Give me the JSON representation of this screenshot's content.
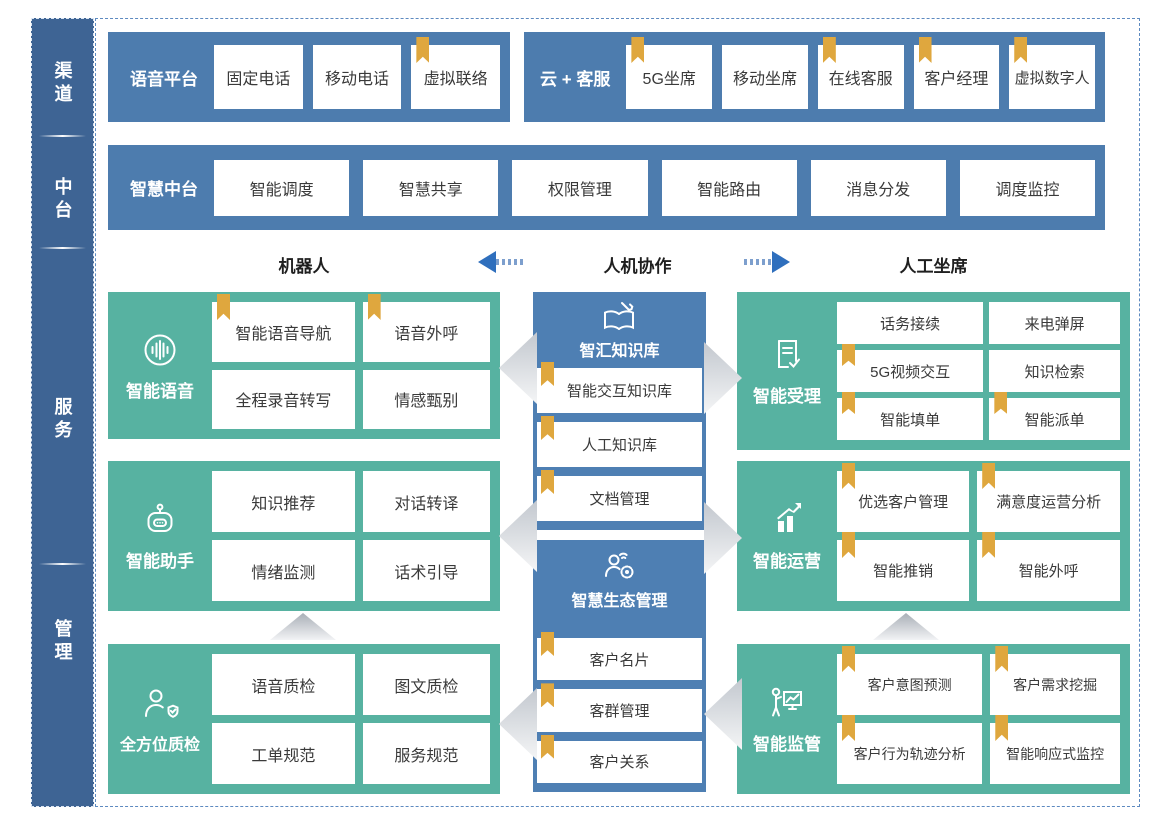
{
  "colors": {
    "bar_blue": "#4d7cae",
    "sidebar_blue": "#3e6494",
    "mid_blue": "#4e7fb3",
    "teal": "#57b2a1",
    "bookmark_gold": "#dfa73e",
    "arrow_blue": "#2f6fbd"
  },
  "sidebar": {
    "items": [
      {
        "label": "渠道"
      },
      {
        "label": "中台"
      },
      {
        "label": "服务"
      },
      {
        "label": "管理"
      }
    ]
  },
  "channel_row": {
    "voice_platform": {
      "label": "语音平台",
      "items": [
        {
          "label": "固定电话",
          "bookmark": false
        },
        {
          "label": "移动电话",
          "bookmark": false
        },
        {
          "label": "虚拟联络",
          "bookmark": true
        }
      ]
    },
    "cloud_service": {
      "label": "云 + 客服",
      "items": [
        {
          "label": "5G坐席",
          "bookmark": true
        },
        {
          "label": "移动坐席",
          "bookmark": false
        },
        {
          "label": "在线客服",
          "bookmark": true
        },
        {
          "label": "客户经理",
          "bookmark": true
        },
        {
          "label": "虚拟数字人",
          "bookmark": true
        }
      ]
    }
  },
  "platform_row": {
    "label": "智慧中台",
    "items": [
      {
        "label": "智能调度"
      },
      {
        "label": "智慧共享"
      },
      {
        "label": "权限管理"
      },
      {
        "label": "智能路由"
      },
      {
        "label": "消息分发"
      },
      {
        "label": "调度监控"
      }
    ]
  },
  "collab_header": {
    "left_label": "机器人",
    "center_label": "人机协作",
    "right_label": "人工坐席"
  },
  "robot_column": {
    "blocks": [
      {
        "label": "智能语音",
        "icon": "voice-icon",
        "items": [
          {
            "label": "智能语音导航",
            "bookmark": true
          },
          {
            "label": "语音外呼",
            "bookmark": true
          },
          {
            "label": "全程录音转写",
            "bookmark": false
          },
          {
            "label": "情感甄别",
            "bookmark": false
          }
        ]
      },
      {
        "label": "智能助手",
        "icon": "robot-icon",
        "items": [
          {
            "label": "知识推荐",
            "bookmark": false
          },
          {
            "label": "对话转译",
            "bookmark": false
          },
          {
            "label": "情绪监测",
            "bookmark": false
          },
          {
            "label": "话术引导",
            "bookmark": false
          }
        ]
      },
      {
        "label": "全方位质检",
        "icon": "inspector-icon",
        "items": [
          {
            "label": "语音质检",
            "bookmark": false
          },
          {
            "label": "图文质检",
            "bookmark": false
          },
          {
            "label": "工单规范",
            "bookmark": false
          },
          {
            "label": "服务规范",
            "bookmark": false
          }
        ]
      }
    ]
  },
  "knowledge_column": {
    "blocks": [
      {
        "label": "智汇知识库",
        "icon": "book-pen-icon",
        "items": [
          {
            "label": "智能交互知识库",
            "bookmark": true
          },
          {
            "label": "人工知识库",
            "bookmark": true
          },
          {
            "label": "文档管理",
            "bookmark": true
          }
        ]
      },
      {
        "label": "智慧生态管理",
        "icon": "eco-person-icon",
        "items": [
          {
            "label": "客户名片",
            "bookmark": true
          },
          {
            "label": "客群管理",
            "bookmark": true
          },
          {
            "label": "客户关系",
            "bookmark": true
          }
        ]
      }
    ]
  },
  "agent_column": {
    "blocks": [
      {
        "label": "智能受理",
        "icon": "form-check-icon",
        "items": [
          {
            "label": "话务接续",
            "bookmark": false
          },
          {
            "label": "来电弹屏",
            "bookmark": false
          },
          {
            "label": "5G视频交互",
            "bookmark": true
          },
          {
            "label": "知识检索",
            "bookmark": false
          },
          {
            "label": "智能填单",
            "bookmark": true
          },
          {
            "label": "智能派单",
            "bookmark": true
          }
        ]
      },
      {
        "label": "智能运营",
        "icon": "chart-up-icon",
        "items": [
          {
            "label": "优选客户管理",
            "bookmark": true
          },
          {
            "label": "满意度运营分析",
            "bookmark": true
          },
          {
            "label": "智能推销",
            "bookmark": true
          },
          {
            "label": "智能外呼",
            "bookmark": true
          }
        ]
      },
      {
        "label": "智能监管",
        "icon": "monitor-board-icon",
        "items": [
          {
            "label": "客户意图预测",
            "bookmark": true
          },
          {
            "label": "客户需求挖掘",
            "bookmark": true
          },
          {
            "label": "客户行为轨迹分析",
            "bookmark": true
          },
          {
            "label": "智能响应式监控",
            "bookmark": true
          }
        ]
      }
    ]
  }
}
